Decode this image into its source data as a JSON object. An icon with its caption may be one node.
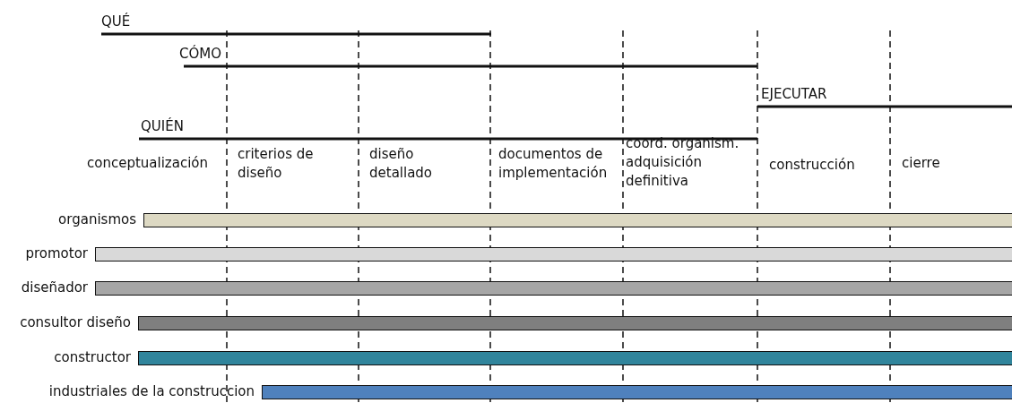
{
  "diagram": {
    "nodes": [
      {
        "text": [
          "organismos"
        ]
      },
      {
        "text": [
          "promotor"
        ]
      },
      {
        "text": [
          "diseñador"
        ]
      },
      {
        "text": [
          "consultor diseño"
        ]
      },
      {
        "text": [
          "constructor"
        ]
      },
      {
        "text": [
          "industriales de la construccion"
        ]
      }
    ],
    "labels": [
      "QUÉ",
      "CÓMO",
      "EJECUTAR",
      "QUIÉN",
      "conceptualización",
      "criterios de diseño",
      "diseño detallado",
      "documentos de implementación",
      "coord. organism. adquisición definitiva",
      "construcción",
      "cierre"
    ]
  }
}
